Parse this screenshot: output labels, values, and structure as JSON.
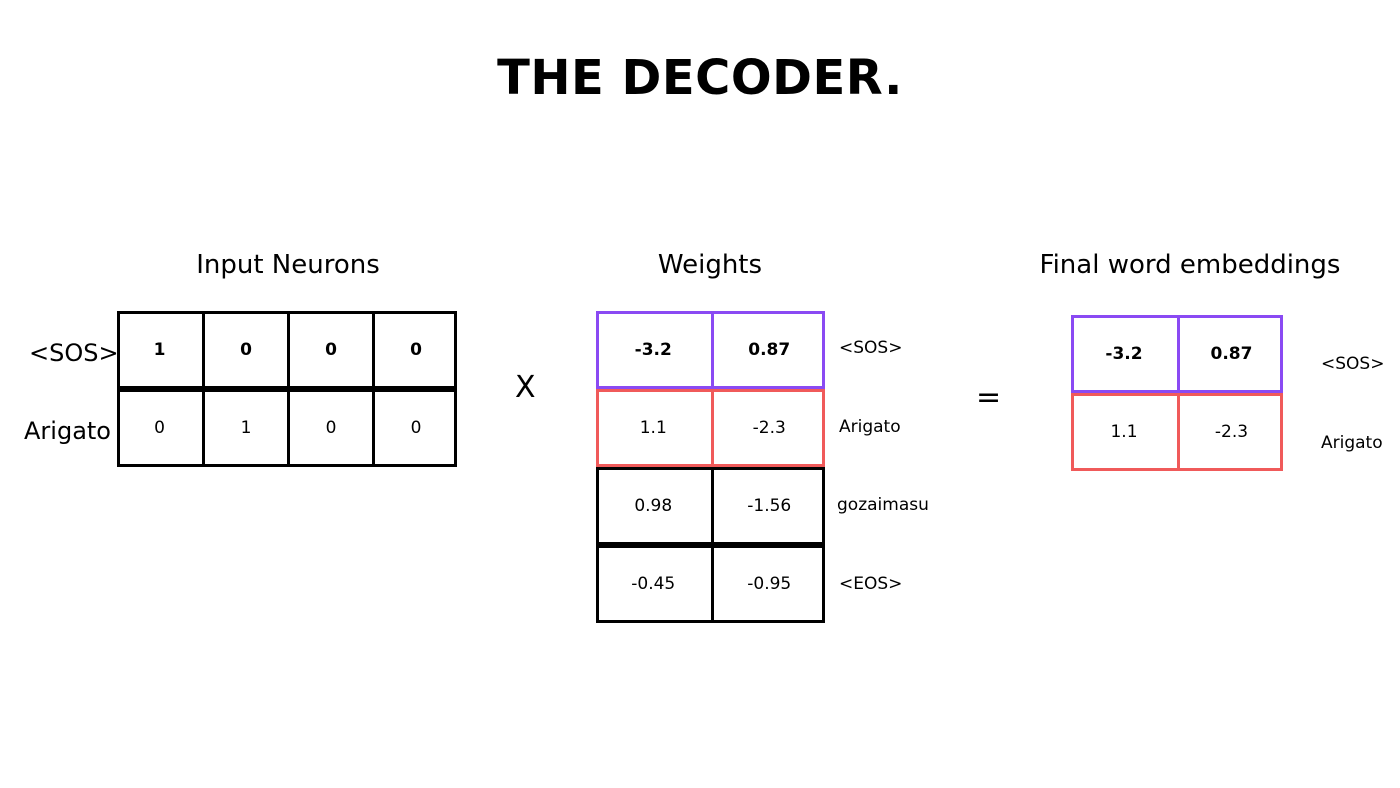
{
  "title": "THE DECODER.",
  "colors": {
    "purple": "#8a4af3",
    "red": "#f05a5a",
    "black": "#000000"
  },
  "input": {
    "label": "Input Neurons",
    "row_labels": [
      "<SOS>",
      "Arigato"
    ],
    "rows": [
      [
        "1",
        "0",
        "0",
        "0"
      ],
      [
        "0",
        "1",
        "0",
        "0"
      ]
    ]
  },
  "operator_multiply": "X",
  "weights": {
    "label": "Weights",
    "row_labels": [
      "<SOS>",
      "Arigato",
      "gozaimasu",
      "<EOS>"
    ],
    "rows": [
      [
        "-3.2",
        "0.87"
      ],
      [
        "1.1",
        "-2.3"
      ],
      [
        "0.98",
        "-1.56"
      ],
      [
        "-0.45",
        "-0.95"
      ]
    ]
  },
  "operator_equals": "=",
  "output": {
    "label": "Final word embeddings",
    "row_labels": [
      "<SOS>",
      "Arigato"
    ],
    "rows": [
      [
        "-3.2",
        "0.87"
      ],
      [
        "1.1",
        "-2.3"
      ]
    ]
  }
}
